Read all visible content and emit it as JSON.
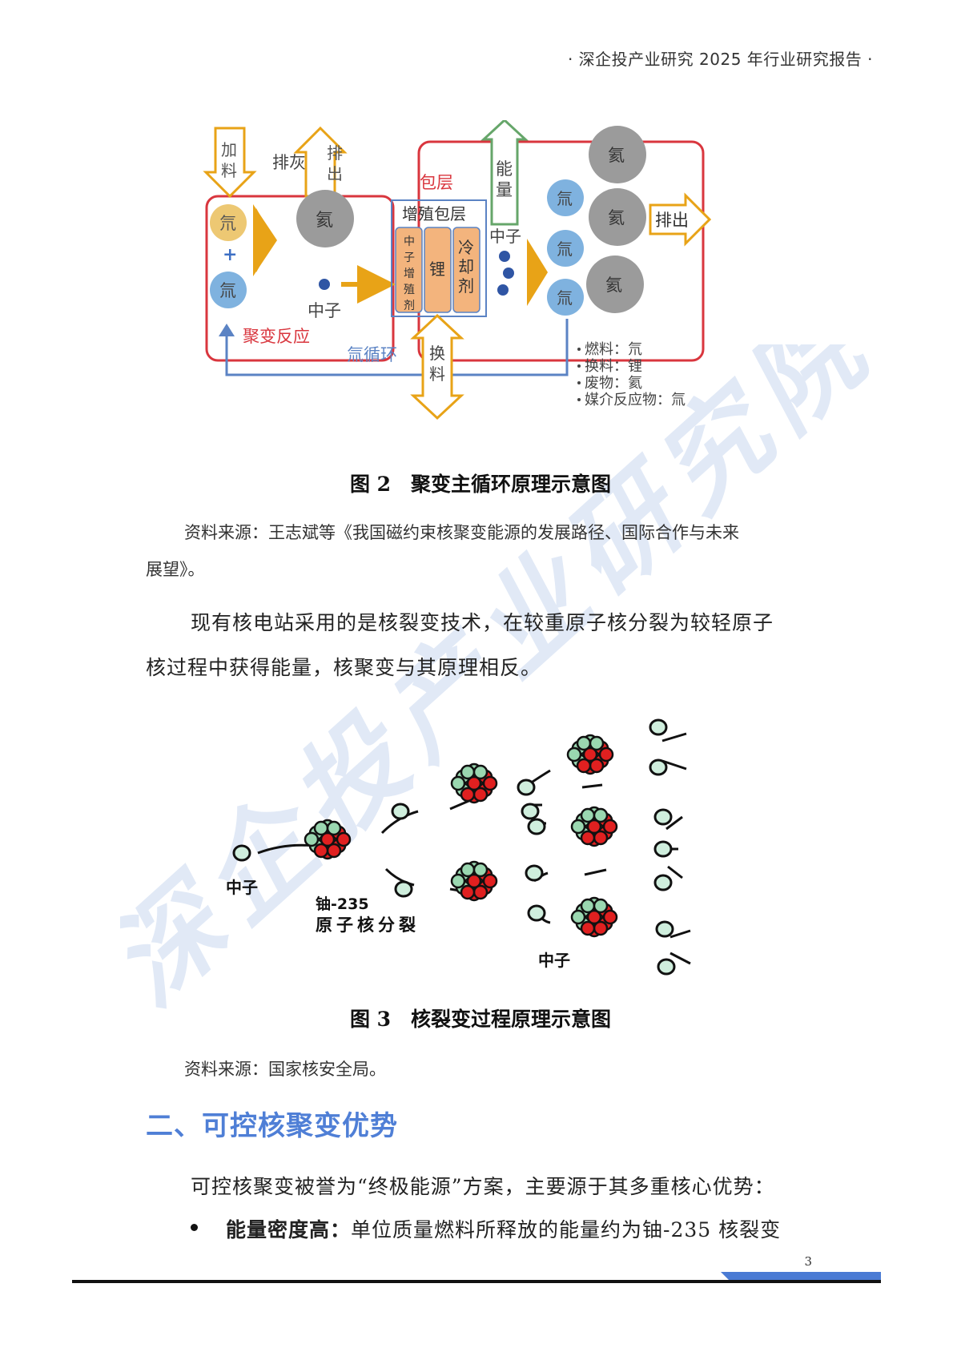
{
  "header": {
    "text": "· 深企投产业研究 2025 年行业研究报告 ·"
  },
  "figure2": {
    "labels": {
      "feed": [
        "加",
        "料"
      ],
      "ash": "排灰",
      "ash_out": [
        "排",
        "出"
      ],
      "deuterium": "氘",
      "tritium": "氚",
      "helium": "氦",
      "neutron": "中子",
      "fusion": "聚变反应",
      "tritium_cycle": "氚循环",
      "blanket": "包层",
      "breeding_blanket": "增殖包层",
      "multiplier": [
        "中",
        "子",
        "增",
        "殖",
        "剂"
      ],
      "lithium": "锂",
      "coolant": [
        "冷",
        "却",
        "剂"
      ],
      "energy": [
        "能",
        "量"
      ],
      "exhaust": "排出",
      "refuel": [
        "换",
        "料"
      ]
    },
    "legend": [
      "燃料：氘",
      "换料：锂",
      "废物：氦",
      "媒介反应物：氚"
    ],
    "colors": {
      "frame": "#d9363e",
      "cycle": "#5b83c4",
      "arrow": "#e8a317",
      "deuterium": "#edc873",
      "tritium": "#7fb2df",
      "helium": "#9b9b9b",
      "blanket_cell": "#f3b47d",
      "blanket_frame": "#5b83c4"
    }
  },
  "figure2_caption": "图 2　聚变主循环原理示意图",
  "figure2_source": [
    "资料来源：王志斌等《我国磁约束核聚变能源的发展路径、国际合作与未来",
    "展望》。"
  ],
  "intro_paragraph": [
    "现有核电站采用的是核裂变技术，在较重原子核分裂为较轻原子",
    "核过程中获得能量，核聚变与其原理相反。"
  ],
  "figure3": {
    "labels": {
      "neutron_left": "中子",
      "uranium": "铀-235",
      "fission": "原子核分裂",
      "neutron_bottom": "中子"
    },
    "colors": {
      "nucleus_red": "#e02020",
      "nucleus_green": "#9ad7b0",
      "neutron": "#cfeedd"
    }
  },
  "figure3_caption": "图 3　核裂变过程原理示意图",
  "figure3_source": "资料来源：国家核安全局。",
  "section_heading": "二、可控核聚变优势",
  "section_intro": "可控核聚变被誉为“终极能源”方案，主要源于其多重核心优势：",
  "bullet": {
    "term": "能量密度高：",
    "text": "单位质量燃料所释放的能量约为铀-235 核裂变"
  },
  "page_number": "3",
  "watermark": {
    "text": "深企投产业研究院",
    "color": "#dce6f5"
  }
}
